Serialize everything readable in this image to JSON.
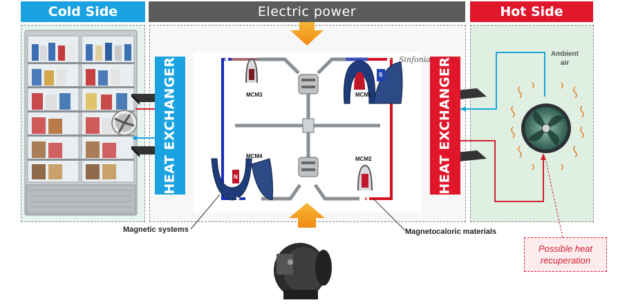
{
  "headers": {
    "cold_side": "Cold Side",
    "electric_power": "Electric power",
    "hot_side": "Hot Side"
  },
  "heat_exchanger_left": "HEAT EXCHANGER",
  "heat_exchanger_right": "HEAT EXCHANGER",
  "mcm_labels": {
    "mcm1": "MCM1",
    "mcm2": "MCM2",
    "mcm3": "MCM3",
    "mcm4": "MCM4"
  },
  "magnet_pole_n": "N",
  "magnet_pole_s": "S",
  "sinfonia_logo": "Sinfonia",
  "ambient_air_line1": "Ambient",
  "ambient_air_line2": "air",
  "callouts": {
    "magnetic_systems": "Magnetic systems",
    "magnetocaloric_materials": "Magnetocaloric materials"
  },
  "recuperation_line1": "Possible heat",
  "recuperation_line2": "recuperation",
  "colors": {
    "cold_blue": "#1aa3e0",
    "hot_red": "#e0162b",
    "power_gray": "#5b5b5b",
    "arrow_orange": "#f29a1f"
  }
}
